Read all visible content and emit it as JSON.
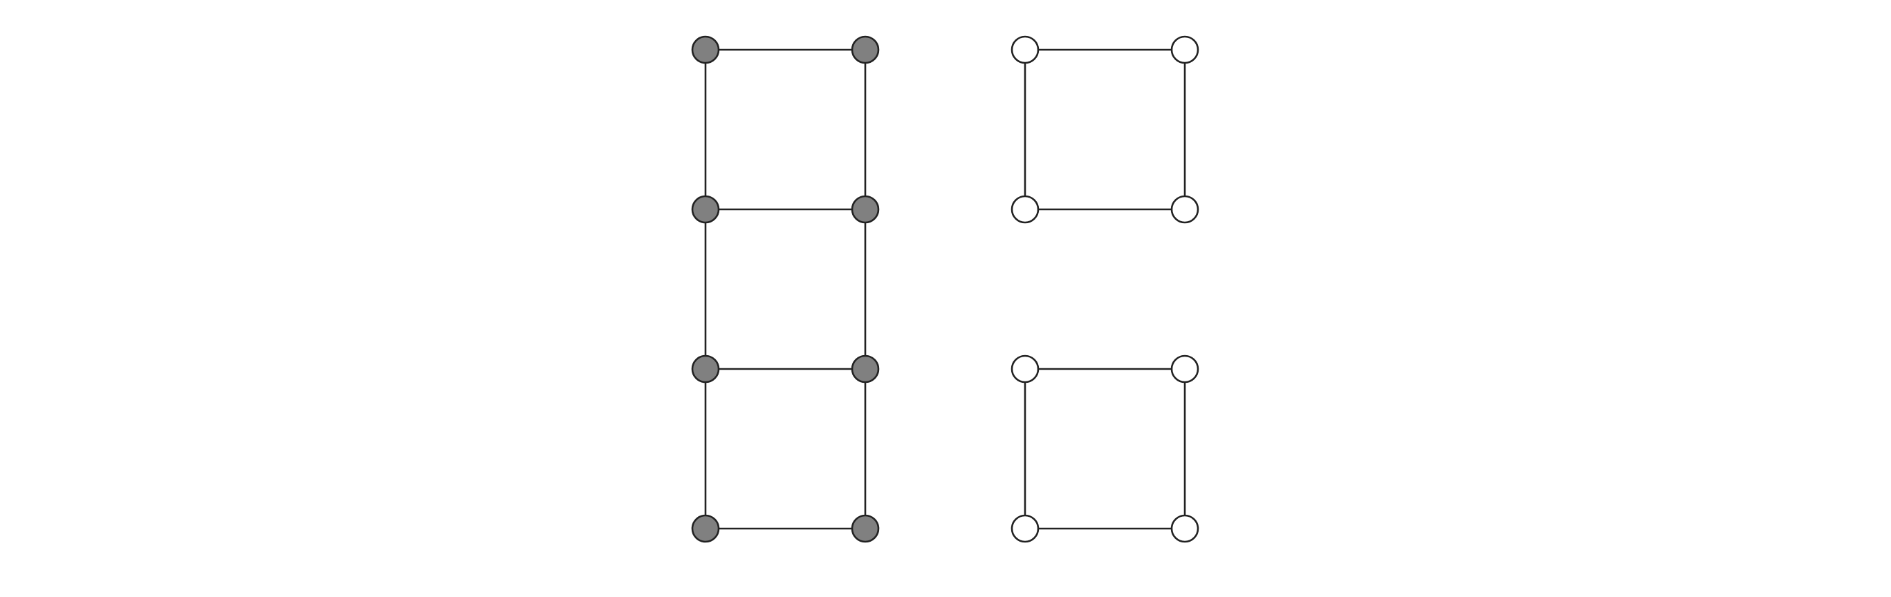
{
  "diagram": {
    "colors": {
      "filled_node": "#808080",
      "empty_node": "#ffffff",
      "edge": "#222222"
    },
    "graphs": [
      {
        "name": "ladder-graph",
        "node_style": "filled_node",
        "nodes": [
          "a1",
          "b1",
          "a2",
          "b2",
          "a3",
          "b3",
          "a4",
          "b4"
        ],
        "edges": [
          [
            "a1",
            "b1"
          ],
          [
            "a2",
            "b2"
          ],
          [
            "a3",
            "b3"
          ],
          [
            "a4",
            "b4"
          ],
          [
            "a1",
            "a2"
          ],
          [
            "a2",
            "a3"
          ],
          [
            "a3",
            "a4"
          ],
          [
            "b1",
            "b2"
          ],
          [
            "b2",
            "b3"
          ],
          [
            "b3",
            "b4"
          ]
        ]
      },
      {
        "name": "square-graph-top",
        "node_style": "empty_node",
        "nodes": [
          "c1",
          "d1",
          "c2",
          "d2"
        ],
        "edges": [
          [
            "c1",
            "d1"
          ],
          [
            "c2",
            "d2"
          ],
          [
            "c1",
            "c2"
          ],
          [
            "d1",
            "d2"
          ]
        ]
      },
      {
        "name": "square-graph-bottom",
        "node_style": "empty_node",
        "nodes": [
          "e1",
          "f1",
          "e2",
          "f2"
        ],
        "edges": [
          [
            "e1",
            "f1"
          ],
          [
            "e2",
            "f2"
          ],
          [
            "e1",
            "e2"
          ],
          [
            "f1",
            "f2"
          ]
        ]
      }
    ]
  }
}
